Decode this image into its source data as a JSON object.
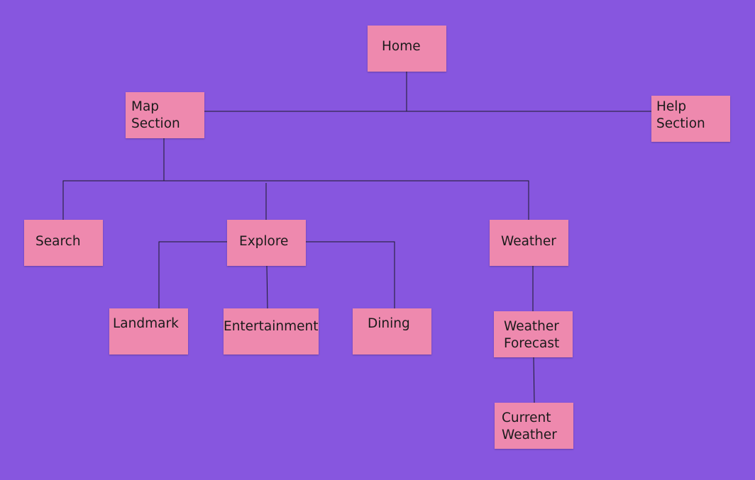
{
  "colors": {
    "background": "#8756df",
    "note": "#ee89ae",
    "note_text": "#1b1b1b",
    "connector": "#1b1b2a"
  },
  "nodes": {
    "home": {
      "lines": [
        "Home"
      ]
    },
    "map_section": {
      "lines": [
        "Map",
        "Section"
      ]
    },
    "help_section": {
      "lines": [
        "Help",
        "Section"
      ]
    },
    "search": {
      "lines": [
        "Search"
      ]
    },
    "explore": {
      "lines": [
        "Explore"
      ]
    },
    "weather": {
      "lines": [
        "Weather"
      ]
    },
    "landmark": {
      "lines": [
        "Landmark"
      ]
    },
    "entertainment": {
      "lines": [
        "Entertainment"
      ]
    },
    "dining": {
      "lines": [
        "Dining"
      ]
    },
    "weather_forecast": {
      "lines": [
        "Weather",
        "Forecast"
      ]
    },
    "current_weather": {
      "lines": [
        "Current",
        "Weather"
      ]
    }
  },
  "edges": [
    {
      "from": "home",
      "to": "map_section"
    },
    {
      "from": "home",
      "to": "help_section"
    },
    {
      "from": "map_section",
      "to": "search"
    },
    {
      "from": "map_section",
      "to": "explore"
    },
    {
      "from": "map_section",
      "to": "weather"
    },
    {
      "from": "explore",
      "to": "landmark"
    },
    {
      "from": "explore",
      "to": "entertainment"
    },
    {
      "from": "explore",
      "to": "dining"
    },
    {
      "from": "weather",
      "to": "weather_forecast"
    },
    {
      "from": "weather_forecast",
      "to": "current_weather"
    }
  ]
}
